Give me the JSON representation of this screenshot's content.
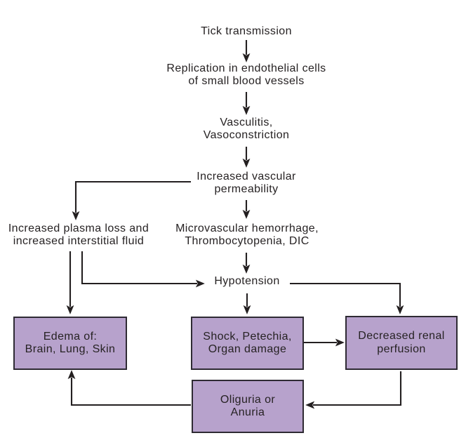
{
  "diagram": {
    "nodes": {
      "tick": "Tick transmission",
      "replication": "Replication in endothelial cells\nof small blood vessels",
      "vasculitis": "Vasculitis,\nVasoconstriction",
      "permeability": "Increased vascular\npermeability",
      "plasma_loss": "Increased plasma loss and\nincreased interstitial fluid",
      "hemorrhage": "Microvascular hemorrhage,\nThrombocytopenia, DIC",
      "hypotension": "Hypotension",
      "edema": "Edema of:\nBrain, Lung, Skin",
      "shock": "Shock, Petechia,\nOrgan damage",
      "renal": "Decreased renal\nperfusion",
      "oliguria": "Oliguria or\nAnuria"
    },
    "colors": {
      "box_fill": "#b7a2cc",
      "box_border": "#2e2a33",
      "line": "#231f20",
      "text": "#262223",
      "background": "#ffffff"
    }
  }
}
